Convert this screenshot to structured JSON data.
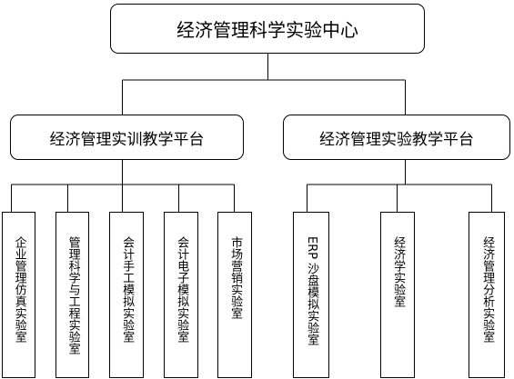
{
  "root": {
    "label": "经济管理科学实验中心"
  },
  "left_platform": {
    "label": "经济管理实训教学平台",
    "labs": [
      "企业管理仿真实验室",
      "管理科学与工程实验室",
      "会计手工模拟实验室",
      "会计电子模拟实验室",
      "市场营销实验室"
    ]
  },
  "right_platform": {
    "label": "经济管理实验教学平台",
    "labs": [
      "ERP 沙盘模拟实验室",
      "经济学实验室",
      "经济管理分析实验室"
    ]
  }
}
